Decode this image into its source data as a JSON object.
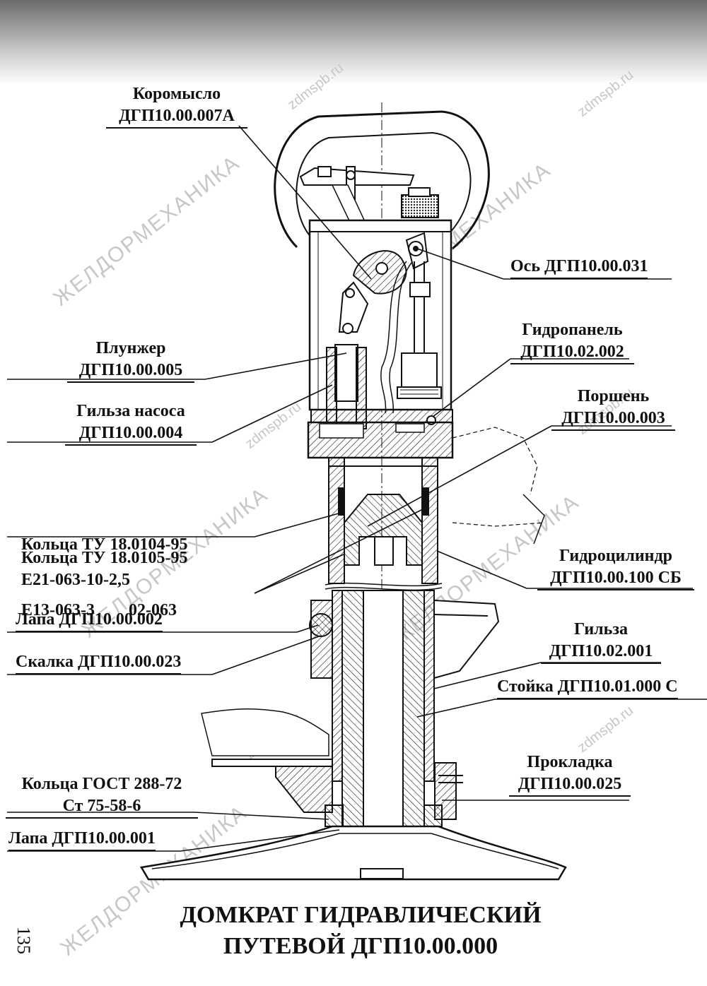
{
  "labels": {
    "koromyslo_name": "Коромысло",
    "koromyslo_code": "ДГП10.00.007А",
    "os": "Ось ДГП10.00.031",
    "gidropanel_name": "Гидропанель",
    "gidropanel_code": "ДГП10.02.002",
    "plunzher_name": "Плунжер",
    "plunzher_code": "ДГП10.00.005",
    "porshen_name": "Поршень",
    "porshen_code": "ДГП10.00.003",
    "gilza_nasosa_name": "Гильза насоса",
    "gilza_nasosa_code": "ДГП10.00.004",
    "kolca1_line1": "Кольца ТУ 18.0104-95",
    "kolca1_line2": "Е13-063-3        02-063",
    "kolca2_line1": "Кольца ТУ 18.0105-95",
    "kolca2_line2": "Е21-063-10-2,5",
    "gidrocilindr_name": "Гидроцилиндр",
    "gidrocilindr_code": "ДГП10.00.100 СБ",
    "lapa_002": "Лапа ДГП10.00.002",
    "skalka": "Скалка ДГП10.00.023",
    "gilza_name": "Гильза",
    "gilza_code": "ДГП10.02.001",
    "stoika": "Стойка ДГП10.01.000 С",
    "prokladka_name": "Прокладка",
    "prokladka_code": "ДГП10.00.025",
    "kolca_gost_line1": "Кольца ГОСТ 288-72",
    "kolca_gost_line2": "Ст 75-58-6",
    "lapa_001": "Лапа ДГП10.00.001"
  },
  "title": {
    "line1": "ДОМКРАТ ГИДРАВЛИЧЕСКИЙ",
    "line2": "ПУТЕВОЙ  ДГП10.00.000"
  },
  "page_number": "135",
  "watermarks": {
    "brand": "ЖЕЛДОРМЕХАНИКА",
    "site": "zdmspb.ru"
  }
}
